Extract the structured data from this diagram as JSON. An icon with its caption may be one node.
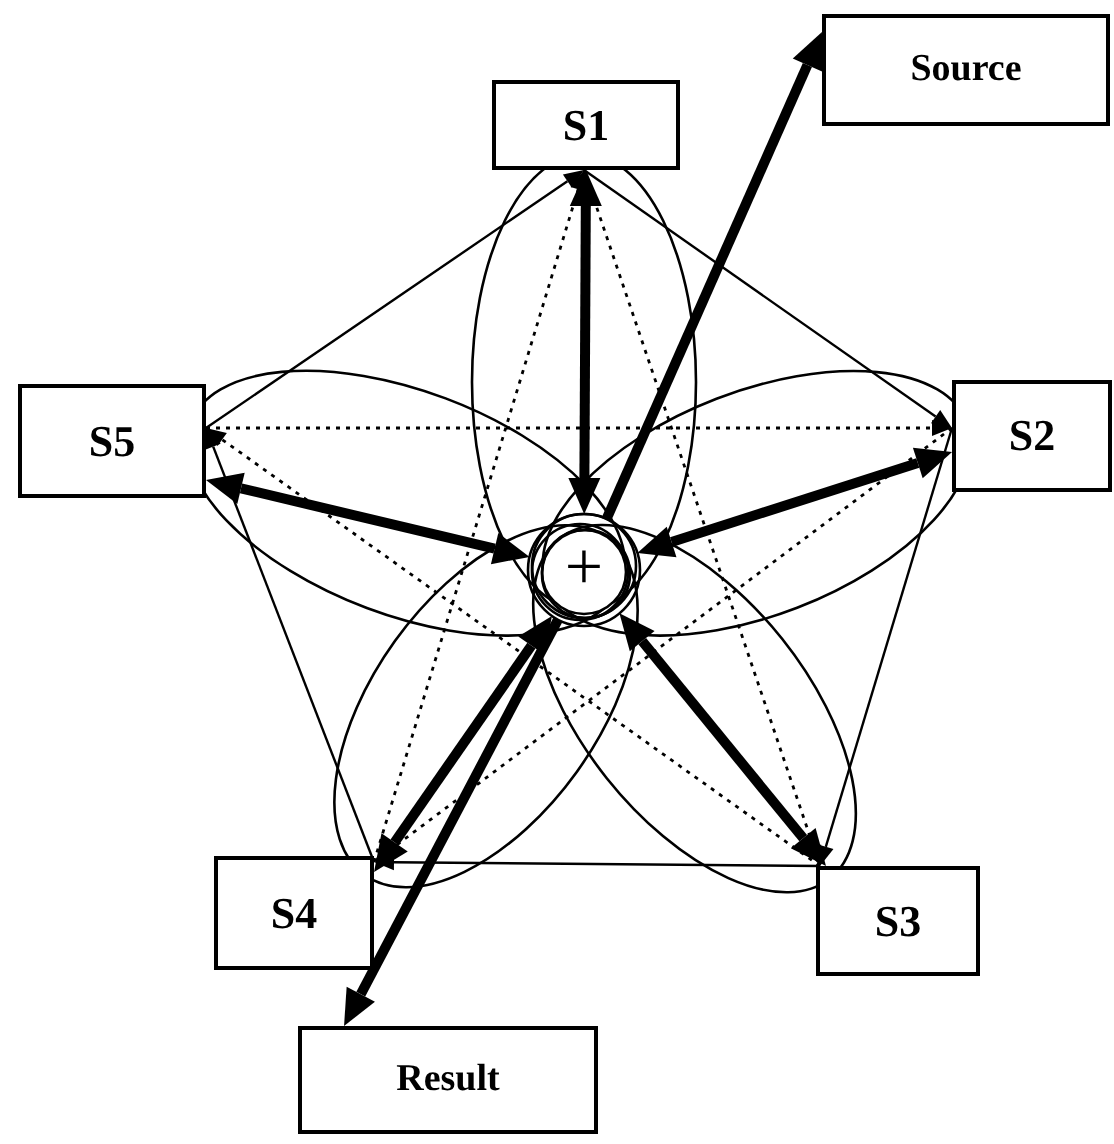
{
  "diagram": {
    "nodes": [
      {
        "text": [
          "S1"
        ]
      },
      {
        "text": [
          "Source"
        ]
      },
      {
        "text": [
          "S5"
        ]
      },
      {
        "text": [
          "S2"
        ]
      },
      {
        "text": [
          "+"
        ]
      },
      {
        "text": [
          "S4"
        ]
      },
      {
        "text": [
          "S3"
        ]
      },
      {
        "text": [
          "Result"
        ]
      }
    ],
    "edges": [
      {
        "from": 4,
        "to": 0,
        "arrow": "both",
        "style": "thick"
      },
      {
        "from": 4,
        "to": 3,
        "arrow": "both",
        "style": "thick"
      },
      {
        "from": 4,
        "to": 6,
        "arrow": "both",
        "style": "thick"
      },
      {
        "from": 4,
        "to": 5,
        "arrow": "both",
        "style": "thick"
      },
      {
        "from": 4,
        "to": 2,
        "arrow": "both",
        "style": "thick"
      },
      {
        "from": 4,
        "to": 1,
        "arrow": "to",
        "style": "thick"
      },
      {
        "from": 4,
        "to": 7,
        "arrow": "to",
        "style": "thick"
      },
      {
        "from": 0,
        "to": 3,
        "arrow": "to"
      },
      {
        "from": 3,
        "to": 6,
        "arrow": "to"
      },
      {
        "from": 6,
        "to": 5,
        "arrow": "to"
      },
      {
        "from": 5,
        "to": 2,
        "arrow": "to"
      },
      {
        "from": 2,
        "to": 0,
        "arrow": "to"
      },
      {
        "from": 0,
        "to": 6,
        "arrow": "to",
        "style": "dashed"
      },
      {
        "from": 6,
        "to": 2,
        "arrow": "to",
        "style": "dashed"
      },
      {
        "from": 2,
        "to": 3,
        "arrow": "to",
        "style": "dashed"
      },
      {
        "from": 3,
        "to": 5,
        "arrow": "to",
        "style": "dashed"
      },
      {
        "from": 5,
        "to": 0,
        "arrow": "to",
        "style": "dashed"
      }
    ]
  }
}
